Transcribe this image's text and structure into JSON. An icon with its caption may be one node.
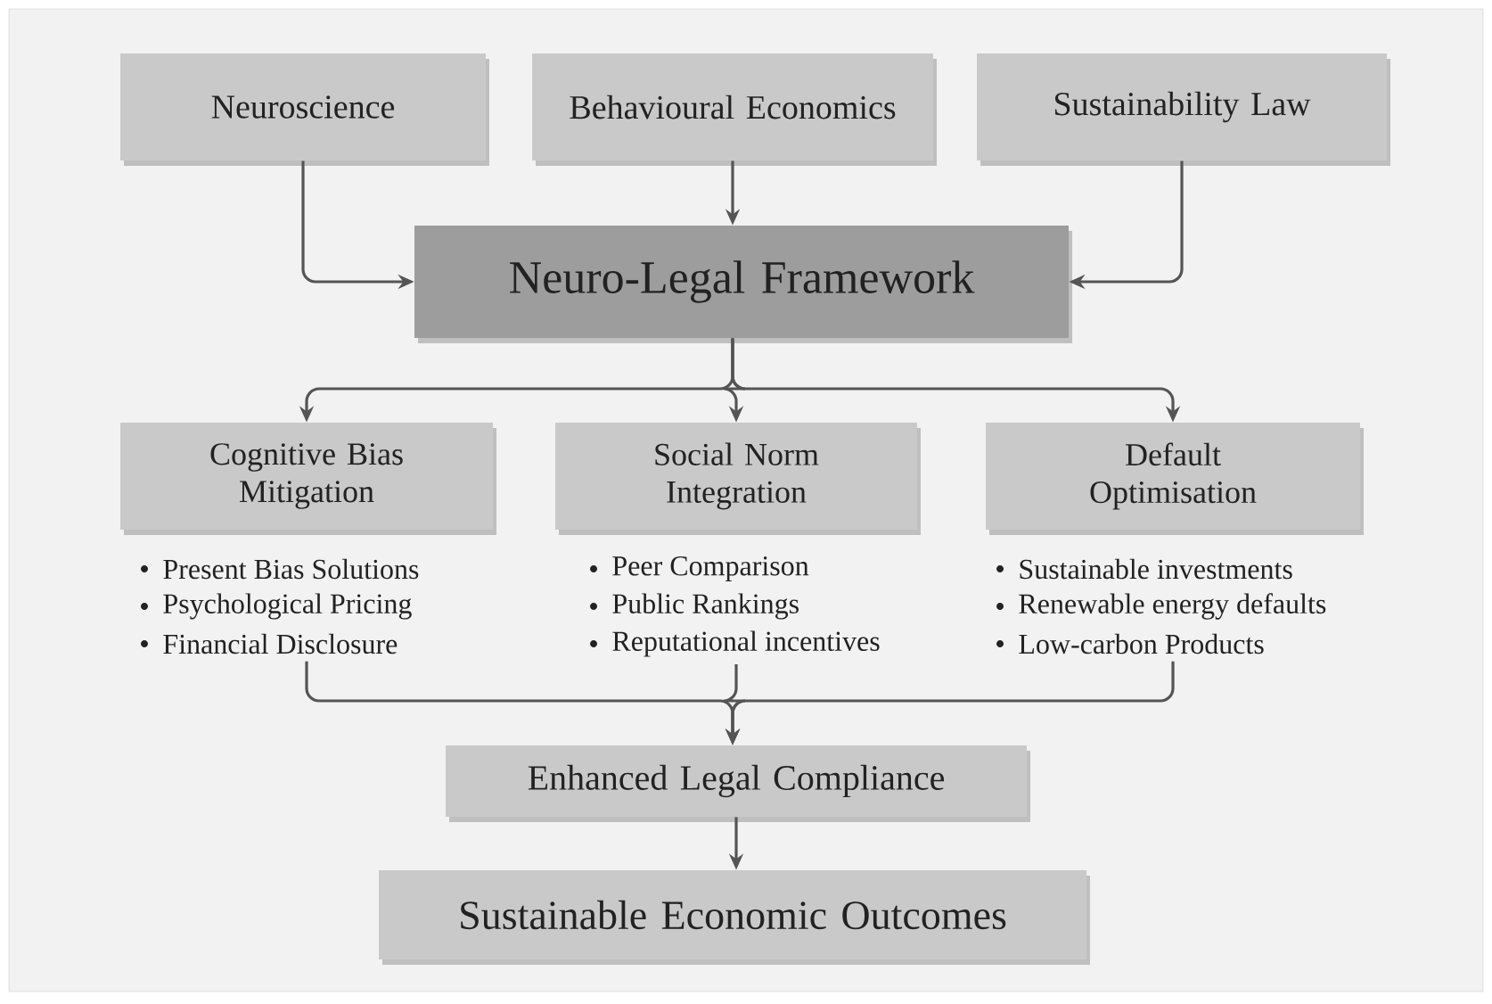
{
  "diagram": {
    "nodes": [
      {
        "text": [
          "Neuroscience"
        ]
      },
      {
        "text": [
          "Behavioural Economics"
        ]
      },
      {
        "text": [
          "Sustainability Law"
        ]
      },
      {
        "text": [
          "Neuro-Legal Framework"
        ]
      },
      {
        "text": [
          "Cognitive Bias Mitigation"
        ],
        "beside": [
          "Present Bias Solutions",
          "Psychological Pricing",
          "Financial Disclosure"
        ]
      },
      {
        "text": [
          "Social Norm Integration"
        ],
        "beside": [
          "Peer Comparison",
          "Public Rankings",
          "Reputational incentives"
        ]
      },
      {
        "text": [
          "Default Optimisation"
        ],
        "beside": [
          "Sustainable investments",
          "Renewable energy defaults",
          "Low-carbon Products"
        ]
      },
      {
        "text": [
          "Enhanced Legal Compliance"
        ]
      },
      {
        "text": [
          "Sustainable Economic Outcomes"
        ]
      }
    ],
    "edges": [
      {
        "from": 0,
        "to": 3,
        "arrow": "to"
      },
      {
        "from": 1,
        "to": 3,
        "arrow": "to"
      },
      {
        "from": 2,
        "to": 3,
        "arrow": "to"
      },
      {
        "from": 3,
        "to": 4,
        "arrow": "to"
      },
      {
        "from": 3,
        "to": 5,
        "arrow": "to"
      },
      {
        "from": 3,
        "to": 6,
        "arrow": "to"
      },
      {
        "from": 4,
        "to": 7,
        "arrow": "to"
      },
      {
        "from": 5,
        "to": 7,
        "arrow": "to"
      },
      {
        "from": 6,
        "to": 7,
        "arrow": "to"
      },
      {
        "from": 7,
        "to": 8,
        "arrow": "to"
      }
    ]
  }
}
